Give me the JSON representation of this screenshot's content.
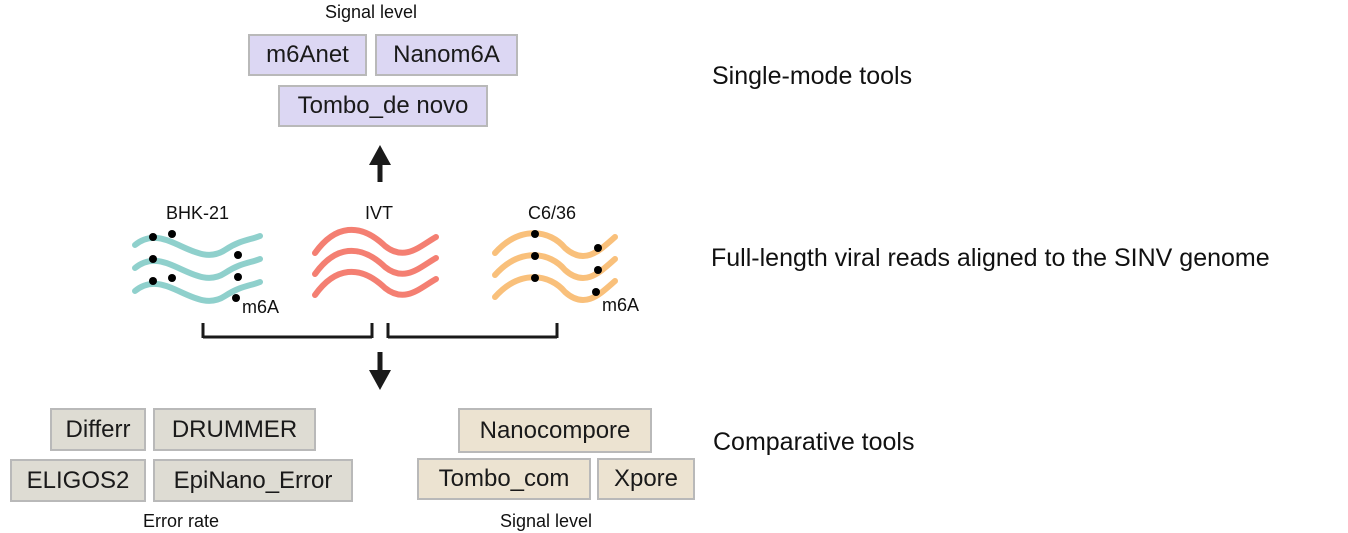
{
  "colors": {
    "purple_box": "#dcd7f3",
    "gray_box": "#dedcd3",
    "beige_box": "#ece3d1",
    "teal_reads": "#8fd0cc",
    "salmon_reads": "#f47f72",
    "orange_reads": "#f9c07b",
    "mark": "#000000"
  },
  "single_mode": {
    "header": "Signal level",
    "tools": [
      "m6Anet",
      "Nanom6A",
      "Tombo_de novo"
    ],
    "side_label": "Single-mode tools"
  },
  "reads": {
    "groups": [
      "BHK-21",
      "IVT",
      "C6/36"
    ],
    "mod_label": "m6A",
    "side_label": "Full-length viral reads aligned to the SINV genome"
  },
  "comparative": {
    "error_rate": {
      "tools": [
        "Differr",
        "DRUMMER",
        "ELIGOS2",
        "EpiNano_Error"
      ],
      "caption": "Error rate"
    },
    "signal_level": {
      "tools": [
        "Nanocompore",
        "Tombo_com",
        "Xpore"
      ],
      "caption": "Signal level"
    },
    "side_label": "Comparative tools"
  },
  "icons": [
    "arrow-up-icon",
    "arrow-down-icon"
  ]
}
